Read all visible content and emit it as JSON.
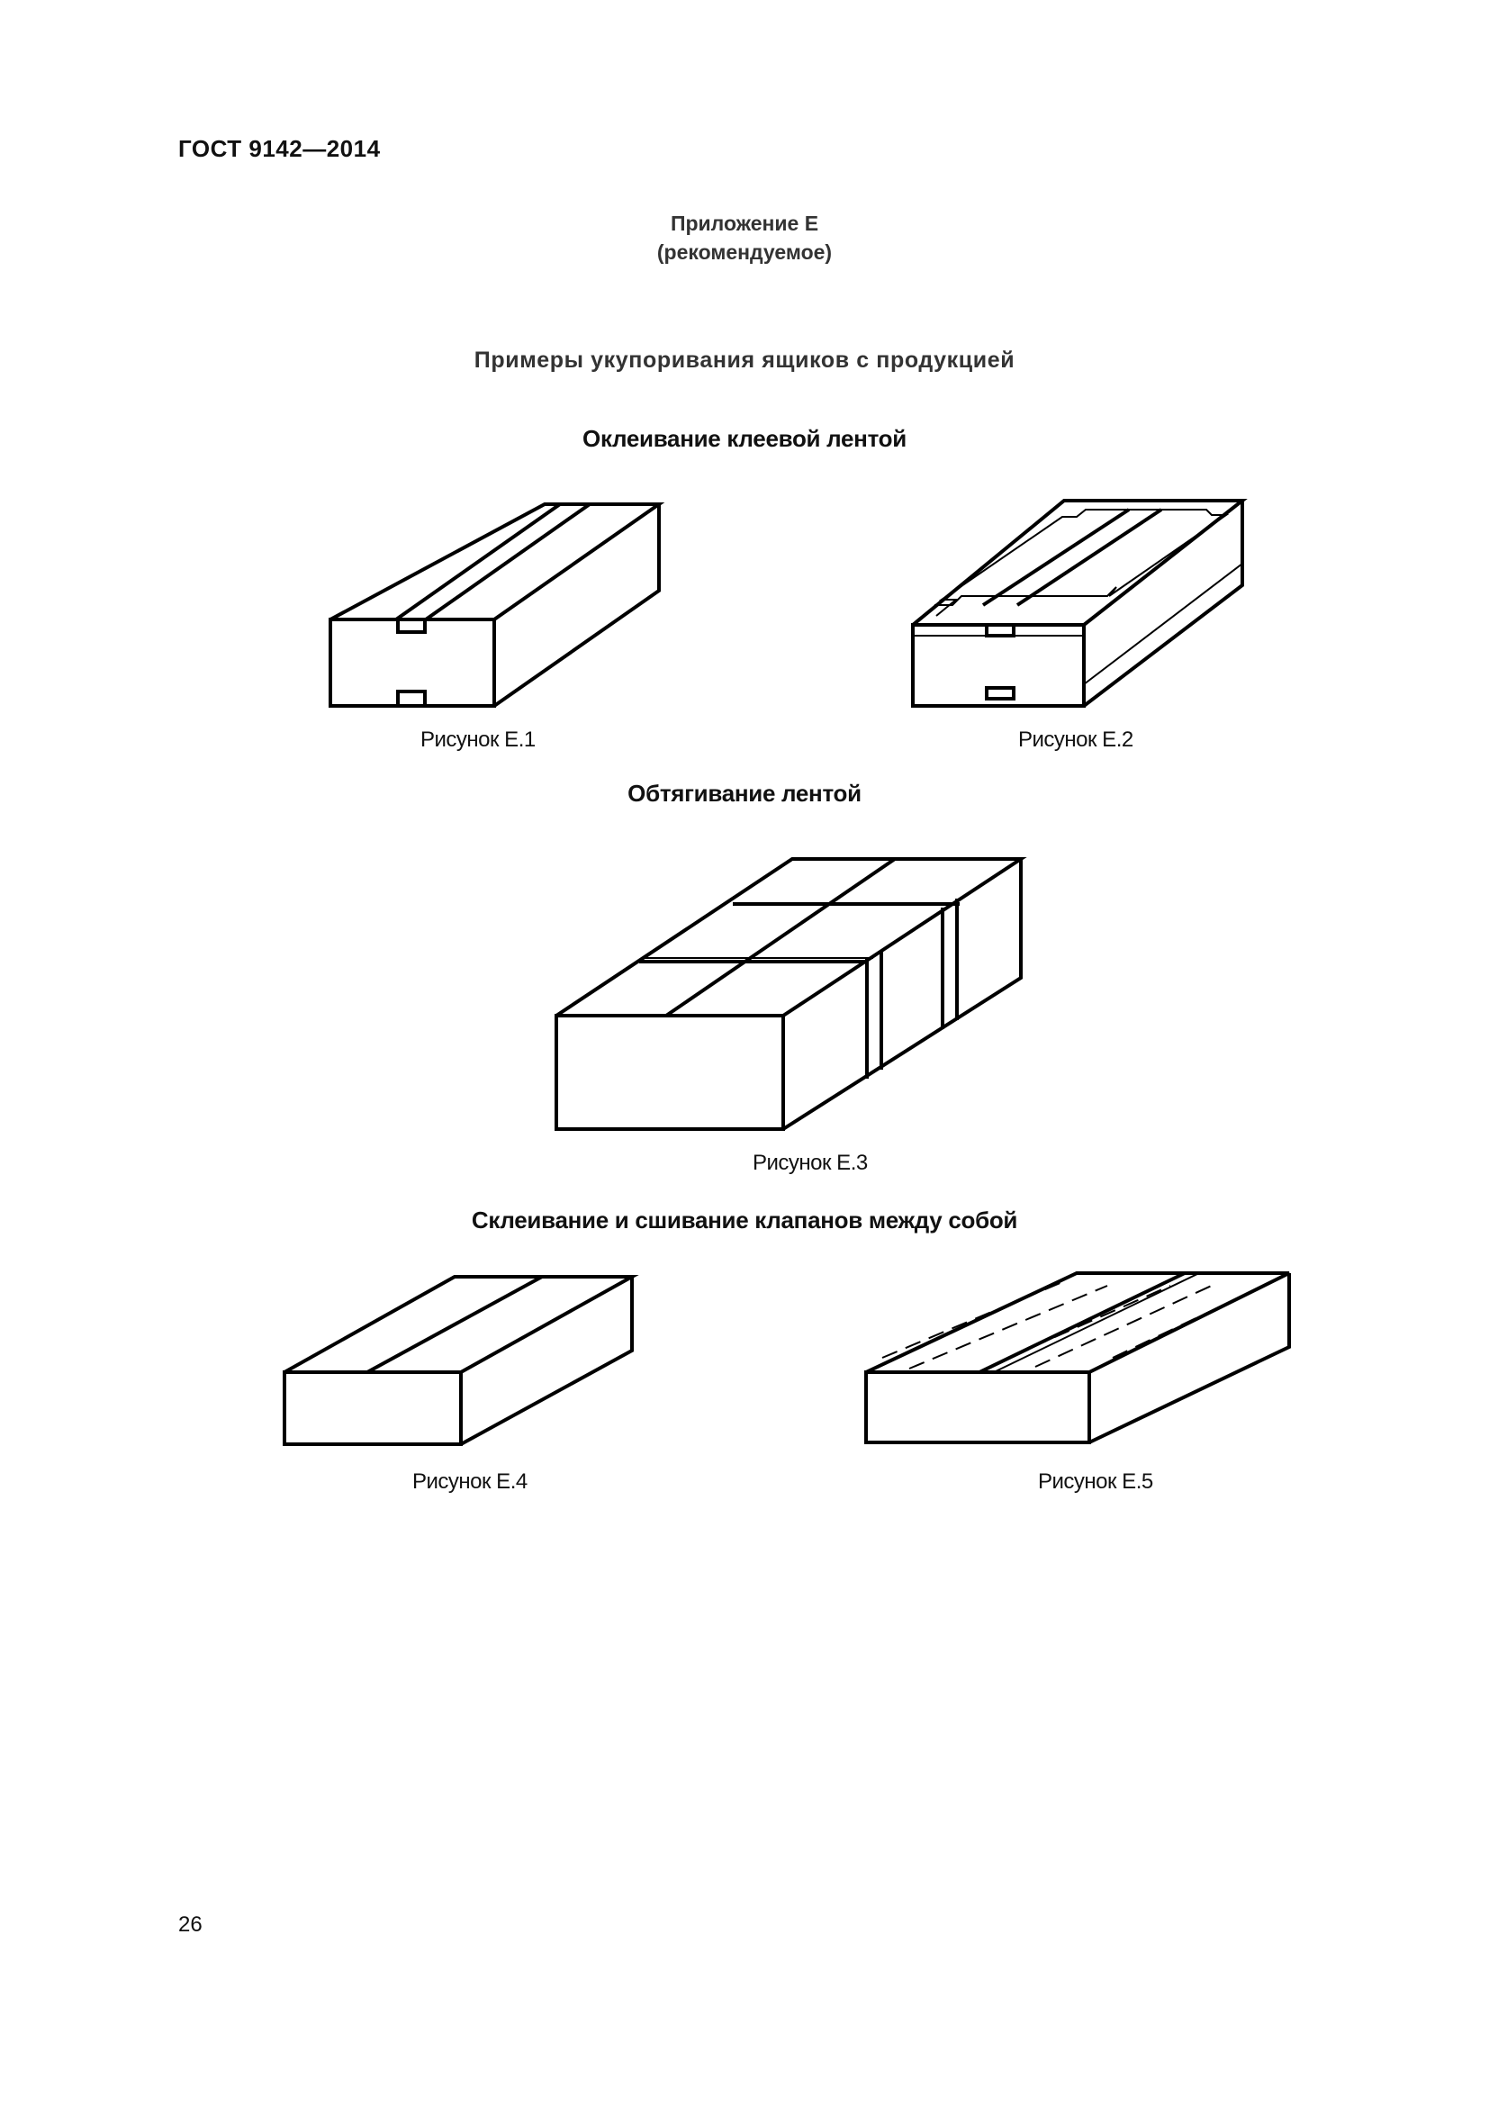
{
  "document": {
    "header": "ГОСТ 9142—2014",
    "annex": {
      "title": "Приложение Е",
      "status": "(рекомендуемое)"
    },
    "title": "Примеры укупоривания ящиков с продукцией",
    "sections": [
      {
        "heading": "Оклеивание клеевой лентой",
        "figures": [
          {
            "caption": "Рисунок Е.1"
          },
          {
            "caption": "Рисунок Е.2"
          }
        ]
      },
      {
        "heading": "Обтягивание лентой",
        "figures": [
          {
            "caption": "Рисунок Е.3"
          }
        ]
      },
      {
        "heading": "Склеивание и сшивание клапанов между собой",
        "figures": [
          {
            "caption": "Рисунок Е.4"
          },
          {
            "caption": "Рисунок Е.5"
          }
        ]
      }
    ],
    "page_number": "26"
  }
}
